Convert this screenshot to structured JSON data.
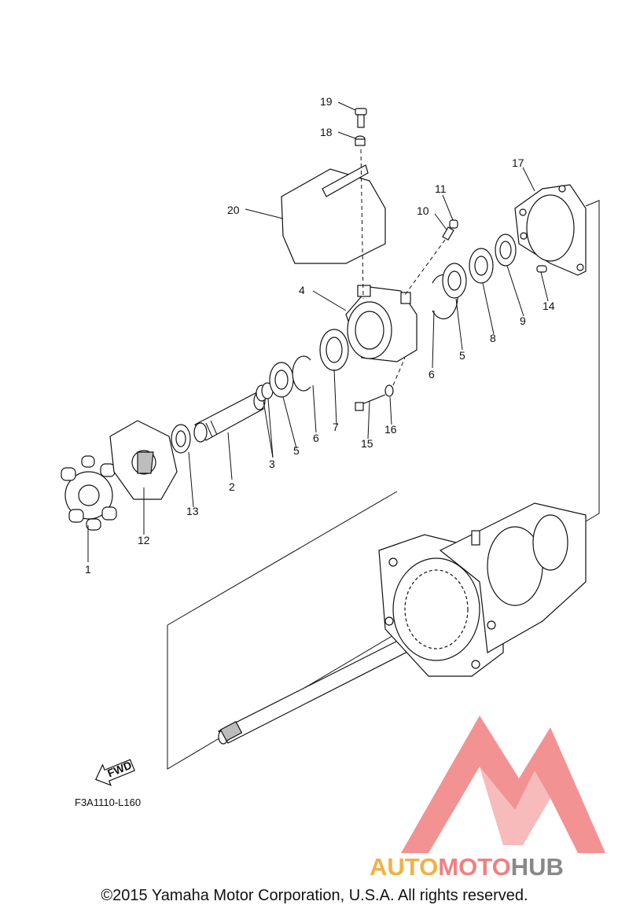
{
  "callouts": [
    {
      "id": "1",
      "label": "1"
    },
    {
      "id": "2",
      "label": "2"
    },
    {
      "id": "3",
      "label": "3"
    },
    {
      "id": "4",
      "label": "4"
    },
    {
      "id": "5a",
      "label": "5"
    },
    {
      "id": "5b",
      "label": "5"
    },
    {
      "id": "6a",
      "label": "6"
    },
    {
      "id": "6b",
      "label": "6"
    },
    {
      "id": "7",
      "label": "7"
    },
    {
      "id": "8",
      "label": "8"
    },
    {
      "id": "9",
      "label": "9"
    },
    {
      "id": "10",
      "label": "10"
    },
    {
      "id": "11",
      "label": "11"
    },
    {
      "id": "12",
      "label": "12"
    },
    {
      "id": "13",
      "label": "13"
    },
    {
      "id": "14",
      "label": "14"
    },
    {
      "id": "15",
      "label": "15"
    },
    {
      "id": "16",
      "label": "16"
    },
    {
      "id": "17",
      "label": "17"
    },
    {
      "id": "18",
      "label": "18"
    },
    {
      "id": "19",
      "label": "19"
    },
    {
      "id": "20",
      "label": "20"
    }
  ],
  "direction_label": "FWD",
  "diagram_code": "F3A1110-L160",
  "watermark": {
    "text_part1": "AUTO",
    "text_part2": "MOTO",
    "text_part3": "HUB",
    "colors": {
      "auto": "#f5b041",
      "moto": "#f08080",
      "hub": "#888888",
      "triangle": "#f08080"
    }
  },
  "copyright": "©2015 Yamaha Motor Corporation, U.S.A. All rights reserved."
}
